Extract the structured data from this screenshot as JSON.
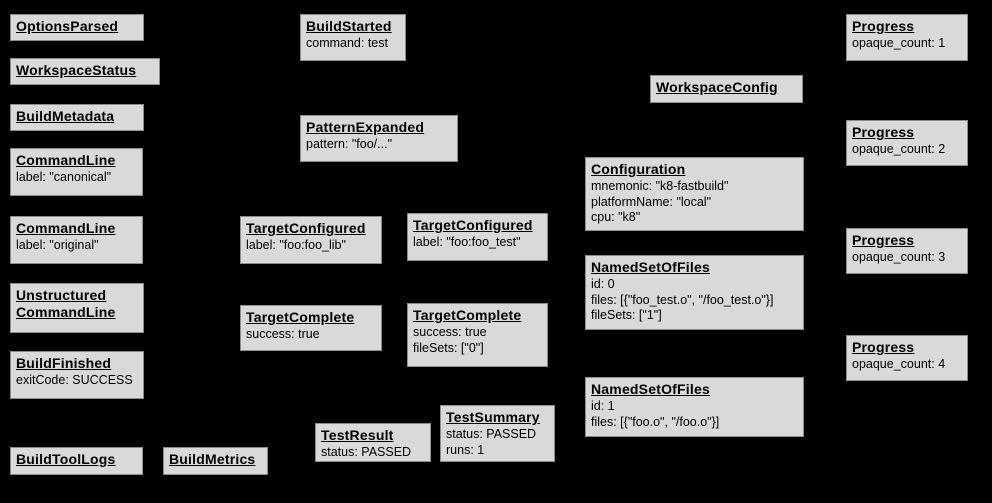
{
  "diagram": {
    "description": "Build event protocol graph",
    "background_color": "#000000",
    "node_fill_color": "#d9d9d9",
    "node_border_color": "#8c8c8c",
    "node_text_color": "#000000"
  },
  "nodes": {
    "options_parsed": {
      "title": "OptionsParsed",
      "body": ""
    },
    "workspace_status": {
      "title": "WorkspaceStatus",
      "body": ""
    },
    "build_metadata": {
      "title": "BuildMetadata",
      "body": ""
    },
    "command_line_canonical": {
      "title": "CommandLine",
      "body": "label: \"canonical\""
    },
    "command_line_original": {
      "title": "CommandLine",
      "body": "label: \"original\""
    },
    "unstructured_command_line": {
      "title": "Unstructured\nCommandLine",
      "body": ""
    },
    "build_finished": {
      "title": "BuildFinished",
      "body": "exitCode: SUCCESS"
    },
    "build_tool_logs": {
      "title": "BuildToolLogs",
      "body": ""
    },
    "build_metrics": {
      "title": "BuildMetrics",
      "body": ""
    },
    "build_started": {
      "title": "BuildStarted",
      "body": "command: test"
    },
    "pattern_expanded": {
      "title": "PatternExpanded",
      "body": "pattern: \"foo/...\""
    },
    "target_configured_lib": {
      "title": "TargetConfigured",
      "body": "label: \"foo:foo_lib\""
    },
    "target_configured_test": {
      "title": "TargetConfigured",
      "body": "label: \"foo:foo_test\""
    },
    "target_complete_lib": {
      "title": "TargetComplete",
      "body": "success: true"
    },
    "target_complete_test": {
      "title": "TargetComplete",
      "body": "success: true\nfileSets: [\"0\"]"
    },
    "test_result": {
      "title": "TestResult",
      "body": "status: PASSED"
    },
    "test_summary": {
      "title": "TestSummary",
      "body": "status: PASSED\nruns: 1"
    },
    "workspace_config": {
      "title": "WorkspaceConfig",
      "body": ""
    },
    "configuration": {
      "title": "Configuration",
      "body": "mnemonic: \"k8-fastbuild\"\nplatformName: \"local\"\ncpu: \"k8\""
    },
    "named_set_of_files_0": {
      "title": "NamedSetOfFiles",
      "body": "id: 0\nfiles: [{\"foo_test.o\", \"/foo_test.o\"}]\nfileSets: [\"1\"]"
    },
    "named_set_of_files_1": {
      "title": "NamedSetOfFiles",
      "body": "id: 1\nfiles: [{\"foo.o\", \"/foo.o\"}]"
    },
    "progress_1": {
      "title": "Progress",
      "body": "opaque_count: 1"
    },
    "progress_2": {
      "title": "Progress",
      "body": "opaque_count: 2"
    },
    "progress_3": {
      "title": "Progress",
      "body": "opaque_count: 3"
    },
    "progress_4": {
      "title": "Progress",
      "body": "opaque_count: 4"
    }
  }
}
